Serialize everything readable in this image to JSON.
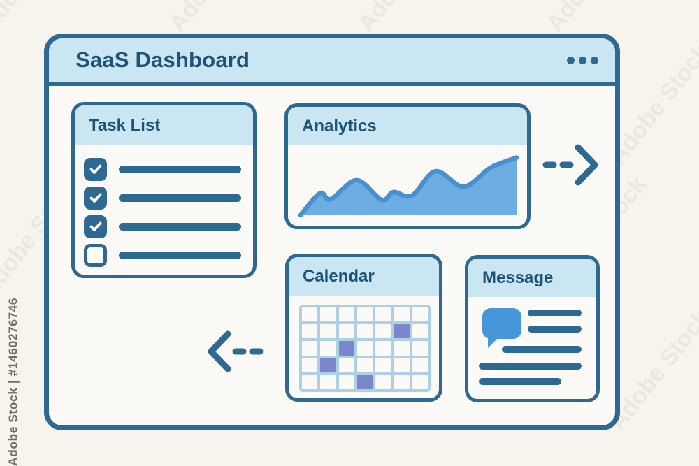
{
  "watermark": {
    "side_label": "Adobe Stock | #1460276746",
    "tile_label": "Adobe Stock"
  },
  "window": {
    "title": "SaaS Dashboard",
    "menu_icon": "ellipsis-icon"
  },
  "colors": {
    "dark_blue": "#2d6992",
    "text_blue": "#1e5276",
    "header_blue": "#c9e6f2",
    "chart_fill": "#6caee3",
    "chart_stroke": "#4a8fd0",
    "calendar_grid": "#aed0e4",
    "event_purple": "#7b87cd",
    "bubble_blue": "#4795da",
    "page_bg": "#f7f4ee"
  },
  "cards": {
    "task_list": {
      "title": "Task List",
      "items": [
        {
          "checked": true
        },
        {
          "checked": true
        },
        {
          "checked": true
        },
        {
          "checked": false
        }
      ]
    },
    "analytics": {
      "title": "Analytics",
      "chart_data": {
        "type": "area",
        "title": "",
        "xlabel": "",
        "ylabel": "",
        "x": [
          0,
          9,
          14,
          26,
          37.5,
          43,
          51.5,
          62.5,
          75.5,
          88,
          100
        ],
        "y": [
          0,
          37,
          27,
          59,
          26,
          39,
          33,
          74,
          48,
          80,
          97
        ],
        "ylim": [
          0,
          100
        ],
        "grid": false,
        "legend": false
      }
    },
    "calendar": {
      "title": "Calendar",
      "grid": {
        "rows": 5,
        "cols": 7,
        "highlighted_cells": [
          [
            2,
            6
          ],
          [
            3,
            3
          ],
          [
            4,
            2
          ],
          [
            5,
            4
          ]
        ]
      }
    },
    "message": {
      "title": "Message",
      "bubble_icon": "chat-bubble-icon",
      "text_line_count": 5
    }
  },
  "arrows": {
    "right_icon": "dashed-arrow-right-icon",
    "left_icon": "dashed-arrow-left-icon"
  }
}
